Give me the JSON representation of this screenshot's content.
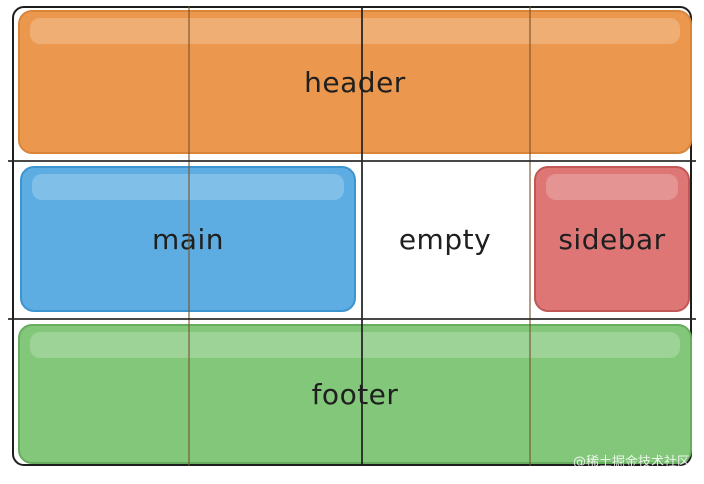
{
  "areas": {
    "header": {
      "label": "header",
      "color": "#eb984e"
    },
    "main": {
      "label": "main",
      "color": "#5dade2"
    },
    "empty": {
      "label": "empty",
      "color": "#ffffff"
    },
    "sidebar": {
      "label": "sidebar",
      "color": "#de7676"
    },
    "footer": {
      "label": "footer",
      "color": "#82c77a"
    }
  },
  "watermark": "@稀土掘金技术社区"
}
